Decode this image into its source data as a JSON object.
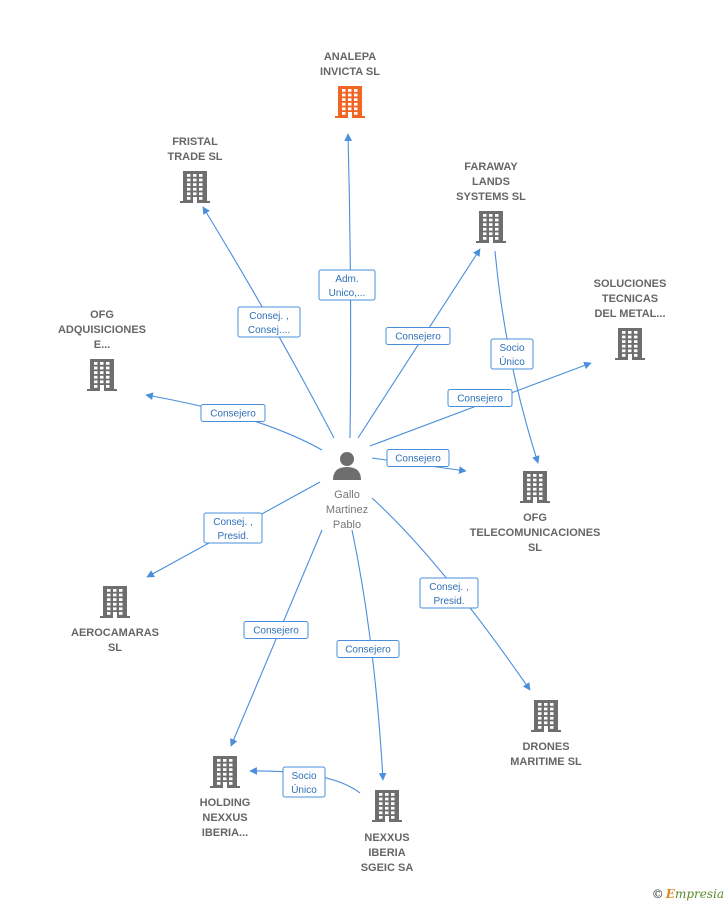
{
  "center": {
    "label": [
      "Gallo",
      "Martinez",
      "Pablo"
    ],
    "icon": "person-icon"
  },
  "nodes": [
    {
      "id": "analepa",
      "label": [
        "ANALEPA",
        "INVICTA SL"
      ],
      "highlight": true,
      "color": "#f26522"
    },
    {
      "id": "fristal",
      "label": [
        "FRISTAL",
        "TRADE SL"
      ]
    },
    {
      "id": "faraway",
      "label": [
        "FARAWAY",
        "LANDS",
        "SYSTEMS SL"
      ]
    },
    {
      "id": "soluciones",
      "label": [
        "SOLUCIONES",
        "TECNICAS",
        "DEL METAL..."
      ]
    },
    {
      "id": "ofg-adq",
      "label": [
        "OFG",
        "ADQUISICIONES",
        "E..."
      ]
    },
    {
      "id": "ofg-tel",
      "label": [
        "OFG",
        "TELECOMUNICACIONES",
        "SL"
      ]
    },
    {
      "id": "aerocamaras",
      "label": [
        "AEROCAMARAS",
        "SL"
      ]
    },
    {
      "id": "drones",
      "label": [
        "DRONES",
        "MARITIME SL"
      ]
    },
    {
      "id": "holding",
      "label": [
        "HOLDING",
        "NEXXUS",
        "IBERIA..."
      ]
    },
    {
      "id": "nexxus",
      "label": [
        "NEXXUS",
        "IBERIA",
        "SGEIC SA"
      ]
    }
  ],
  "edges": [
    {
      "from": "center",
      "to": "analepa",
      "label": [
        "Adm.",
        "Unico,..."
      ]
    },
    {
      "from": "center",
      "to": "fristal",
      "label": [
        "Consej. ,",
        "Consej...."
      ]
    },
    {
      "from": "center",
      "to": "faraway",
      "label": [
        "Consejero"
      ]
    },
    {
      "from": "center",
      "to": "soluciones",
      "label": [
        "Consejero"
      ]
    },
    {
      "from": "center",
      "to": "ofg-adq",
      "label": [
        "Consejero"
      ]
    },
    {
      "from": "center",
      "to": "ofg-tel",
      "label": [
        "Consejero"
      ]
    },
    {
      "from": "center",
      "to": "aerocamaras",
      "label": [
        "Consej. ,",
        "Presid."
      ]
    },
    {
      "from": "center",
      "to": "drones",
      "label": [
        "Consej. ,",
        "Presid."
      ]
    },
    {
      "from": "center",
      "to": "holding",
      "label": [
        "Consejero"
      ]
    },
    {
      "from": "center",
      "to": "nexxus",
      "label": [
        "Consejero"
      ]
    },
    {
      "from": "faraway",
      "to": "ofg-tel",
      "label": [
        "Socio",
        "Único"
      ]
    },
    {
      "from": "nexxus",
      "to": "holding",
      "label": [
        "Socio",
        "Único"
      ]
    }
  ],
  "colors": {
    "edge": "#4a8fdb",
    "building": "#6e6e6e",
    "highlight": "#f26522"
  },
  "watermark": {
    "symbol": "©",
    "brand_initial": "E",
    "brand_rest": "mpresia"
  }
}
